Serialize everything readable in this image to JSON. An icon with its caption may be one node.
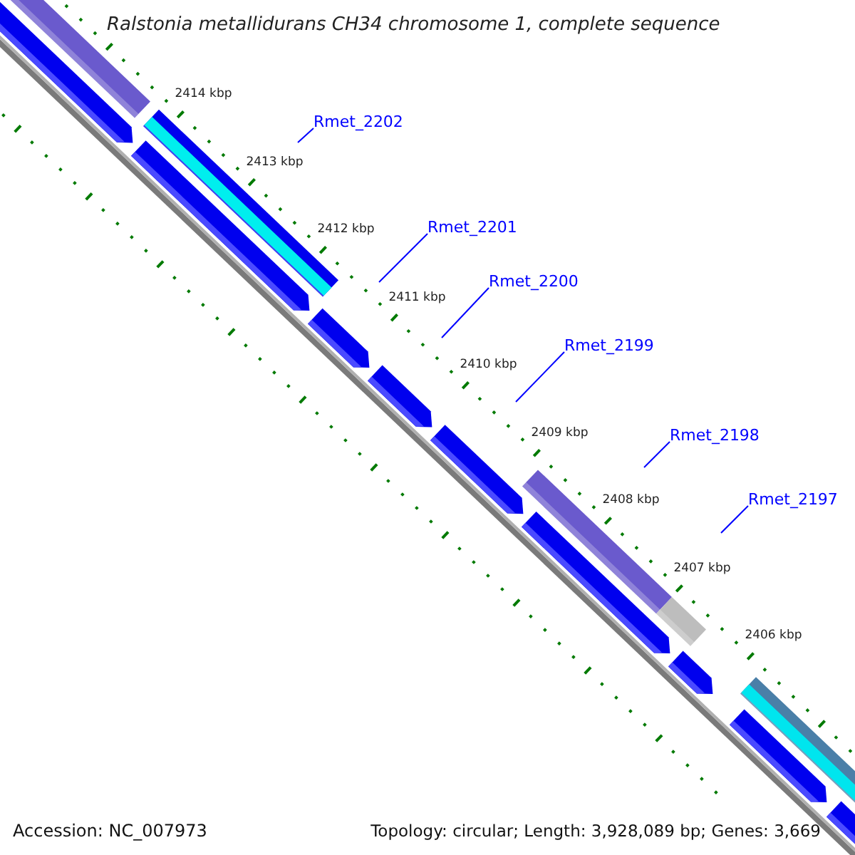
{
  "diagram": {
    "title": "Ralstonia metallidurans CH34 chromosome 1, complete sequence",
    "nodes": [
      {
        "text": [
          "Rmet_2202"
        ]
      },
      {
        "text": [
          "Rmet_2201"
        ]
      },
      {
        "text": [
          "Rmet_2200"
        ]
      },
      {
        "text": [
          "Rmet_2199"
        ]
      },
      {
        "text": [
          "Rmet_2198"
        ]
      },
      {
        "text": [
          "Rmet_2197"
        ]
      }
    ],
    "edges": [
      {
        "from": 0,
        "to": null,
        "arrow": "none"
      },
      {
        "from": 1,
        "to": null,
        "arrow": "none"
      },
      {
        "from": 2,
        "to": null,
        "arrow": "none"
      },
      {
        "from": 3,
        "to": null,
        "arrow": "none"
      },
      {
        "from": 4,
        "to": null,
        "arrow": "none"
      },
      {
        "from": 5,
        "to": null,
        "arrow": "none"
      }
    ],
    "labels": [
      "2414 kbp",
      "2413 kbp",
      "2412 kbp",
      "2411 kbp",
      "2410 kbp",
      "2409 kbp",
      "2408 kbp",
      "2407 kbp",
      "2406 kbp",
      "Accession: NC_007973",
      "Topology: circular; Length: 3,928,089 bp; Genes: 3,669"
    ]
  }
}
